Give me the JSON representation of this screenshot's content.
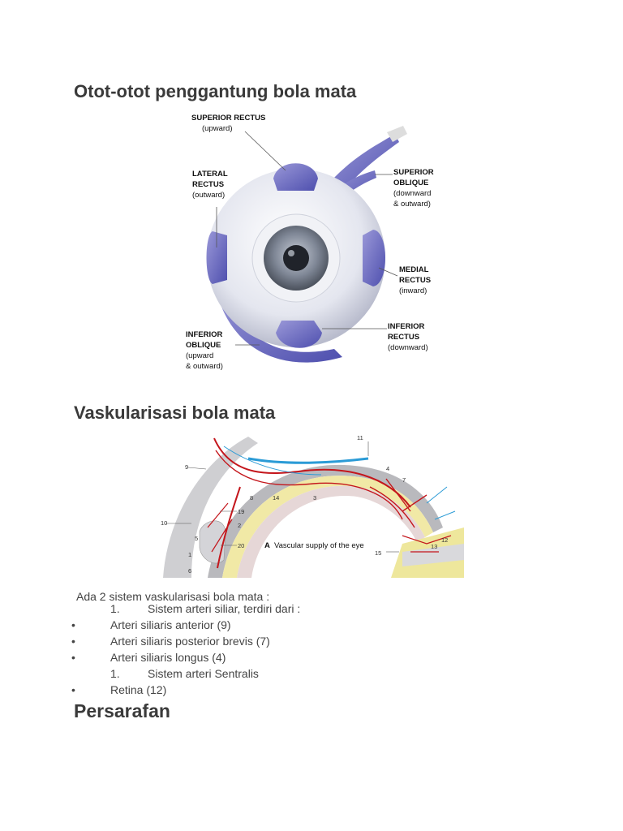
{
  "headings": {
    "muscles": "Otot-otot penggantung bola mata",
    "vascular": "Vaskularisasi bola mata",
    "nerves": "Persarafan"
  },
  "eye_figure": {
    "superior_rectus": [
      "SUPERIOR RECTUS",
      "(upward)"
    ],
    "superior_oblique": [
      "SUPERIOR",
      "OBLIQUE",
      "(downward",
      "& outward)"
    ],
    "lateral_rectus": [
      "LATERAL",
      "RECTUS",
      "(outward)"
    ],
    "medial_rectus": [
      "MEDIAL",
      "RECTUS",
      "(inward)"
    ],
    "inferior_oblique": [
      "INFERIOR",
      "OBLIQUE",
      "(upward",
      "& outward)"
    ],
    "inferior_rectus": [
      "INFERIOR",
      "RECTUS",
      "(downward)"
    ]
  },
  "vascular_figure": {
    "caption": "A",
    "caption_text": "Vascular supply of the eye",
    "numbers": [
      "11",
      "9",
      "4",
      "7",
      "8",
      "14",
      "3",
      "10",
      "19",
      "2",
      "5",
      "20",
      "1",
      "6",
      "12",
      "13",
      "15"
    ]
  },
  "body": {
    "intro": "Ada 2 sistem vaskularisasi bola mata :",
    "item1_num": "1.",
    "item1_text": "Sistem arteri siliar, terdiri dari :",
    "bullets1": [
      "Arteri siliaris anterior (9)",
      "Arteri siliaris posterior brevis (7)",
      "Arteri siliaris longus (4)"
    ],
    "item2_num": "1.",
    "item2_text": "Sistem arteri Sentralis",
    "bullets2": [
      "Retina (12)"
    ],
    "bullet_char": "•"
  }
}
